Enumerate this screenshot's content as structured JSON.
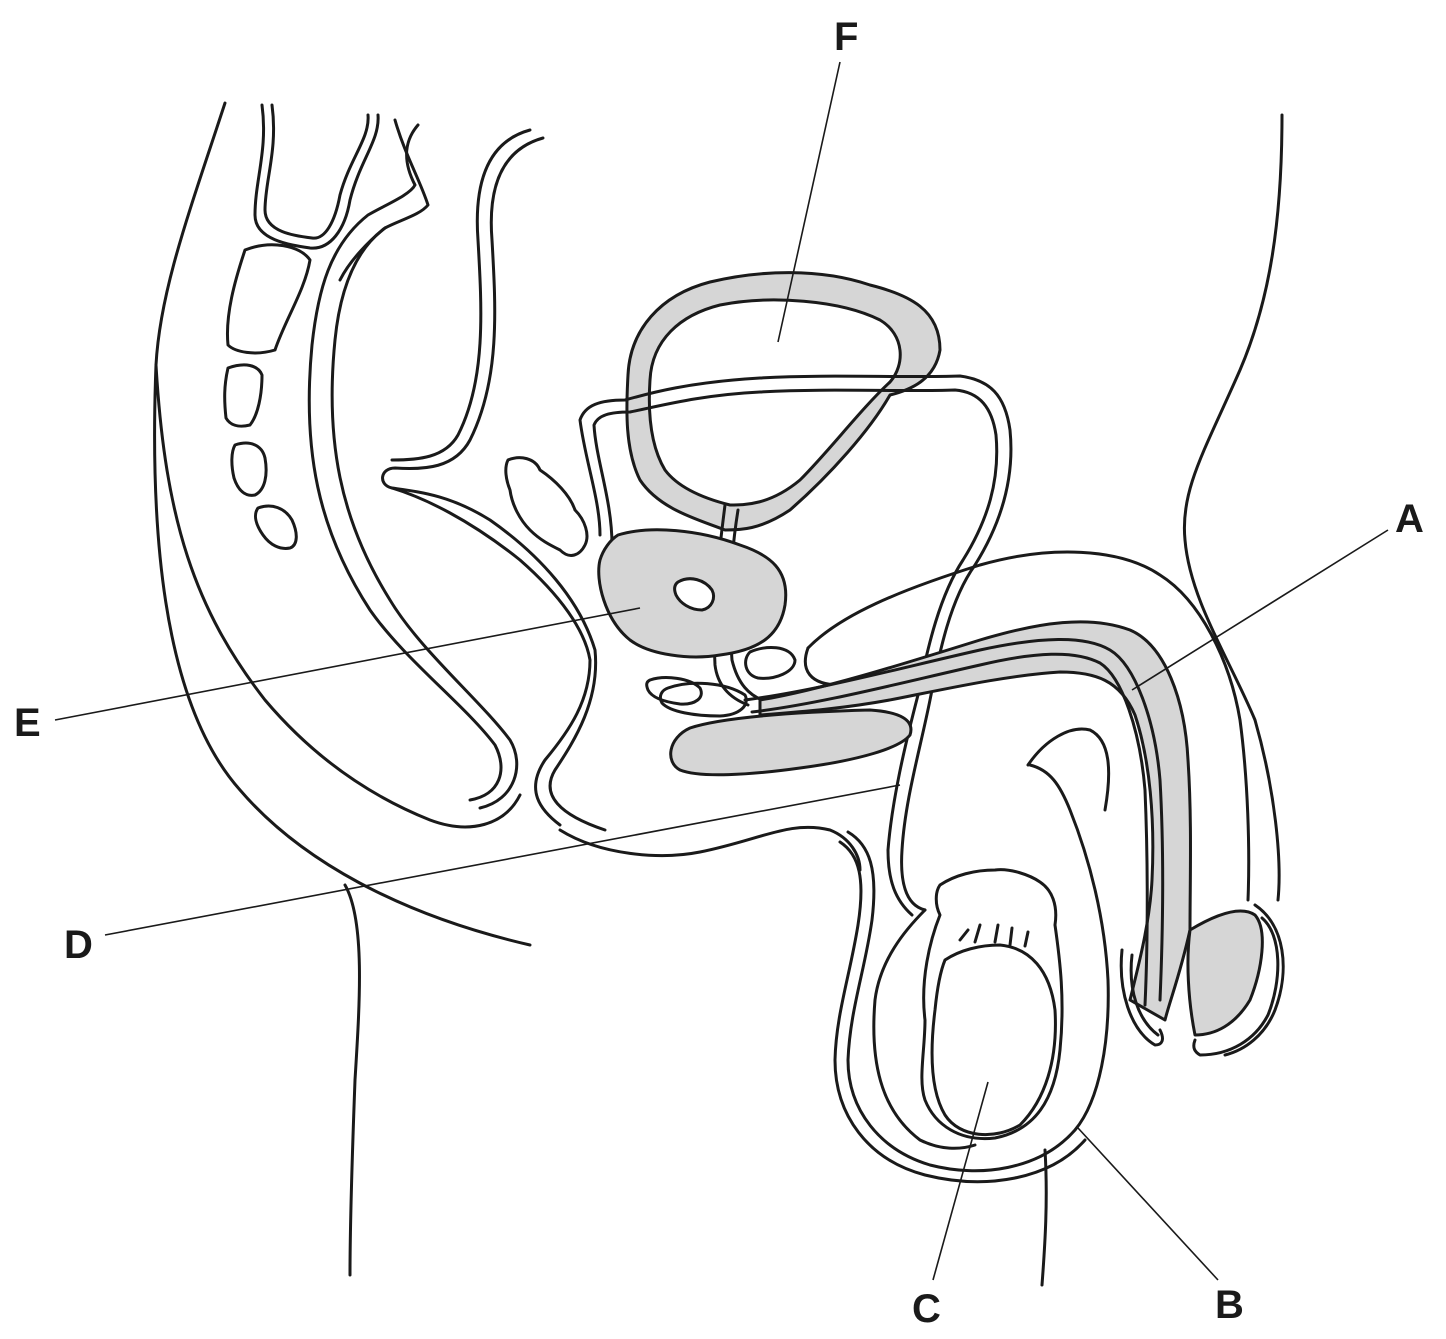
{
  "labels": {
    "A": "A",
    "B": "B",
    "C": "C",
    "D": "D",
    "E": "E",
    "F": "F"
  },
  "colors": {
    "line": "#1a1a1a",
    "shade": "#d6d6d6",
    "background": "#ffffff"
  }
}
